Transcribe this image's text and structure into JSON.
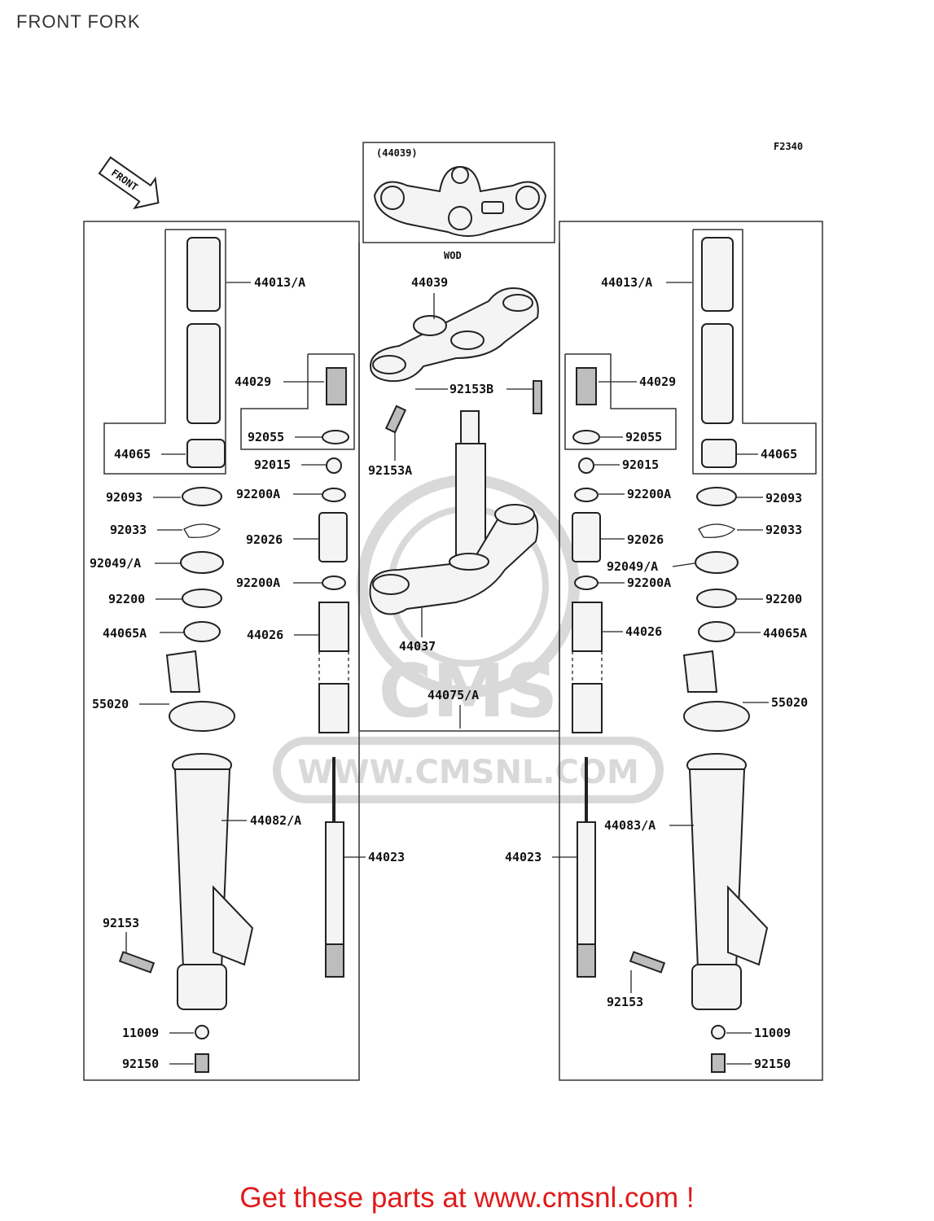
{
  "page": {
    "title": "FRONT FORK",
    "call_to_action": "Get these parts at www.cmsnl.com !"
  },
  "diagram": {
    "figure_code": "F2340",
    "front_arrow": "FRONT",
    "watermark": {
      "logo": "CMS",
      "url": "WWW.CMSNL.COM"
    },
    "inset": {
      "label": "(44039)",
      "caption": "WOD"
    },
    "center_labels": [
      "44039",
      "92153B",
      "92153A",
      "44037",
      "44075/A"
    ],
    "left_labels": [
      "44013/A",
      "44029",
      "92055",
      "44065",
      "92015",
      "92093",
      "92200A",
      "92033",
      "92026",
      "92049/A",
      "92200A",
      "92200",
      "44065A",
      "44026",
      "55020",
      "44082/A",
      "44023",
      "92153",
      "11009",
      "92150"
    ],
    "right_labels": [
      "44013/A",
      "44029",
      "92055",
      "44065",
      "92015",
      "92200A",
      "92093",
      "92026",
      "92033",
      "92049/A",
      "92200A",
      "92200",
      "44026",
      "44065A",
      "55020",
      "44083/A",
      "44023",
      "92153",
      "11009",
      "92150"
    ]
  }
}
